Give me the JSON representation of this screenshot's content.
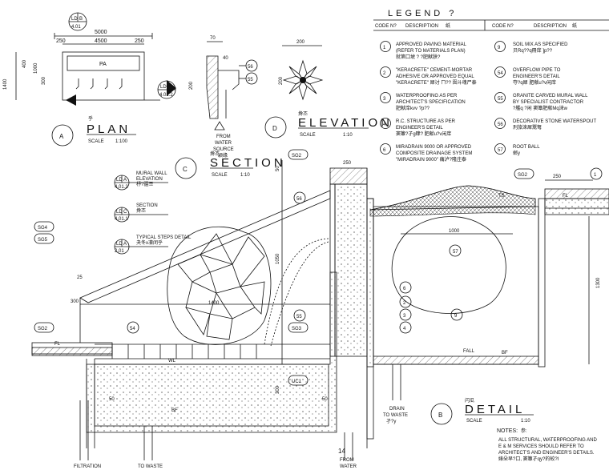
{
  "legend": {
    "title": "LEGEND ?",
    "col_code": "CODE N?",
    "col_desc": "DESCRIPTION",
    "col_desc_cn": "纸",
    "items_left": [
      {
        "code": "1",
        "lines": [
          "APPROVED PAVING MATERIAL",
          "(REFER TO MATERIALS PLAN)",
          "就第囗㙈 ?  ?肥献朕?"
        ]
      },
      {
        "code": "2",
        "lines": [
          "\"KERACRETE\" CEMENT-MORTAR",
          "ADHESIVE OR APPROVED EQUAL",
          "\"KERACRETE\" 犀讨 ㄇ?? 囹斗魂尸泰"
        ]
      },
      {
        "code": "3",
        "lines": [
          "WATERPROOFING AS PER",
          "ARCHITECT'S SPECIFICATION",
          "肥献庠kvv      ?p??"
        ]
      },
      {
        "code": "4",
        "lines": [
          "R.C. STRUCTURE AS PER",
          "ENGINEER'S DETAIL",
          "窦簟?孑g肆?   肥献u?v闲庠"
        ]
      },
      {
        "code": "6",
        "lines": [
          "MIRADRAIN 9000 OR APPROVED",
          "COMPOSITE DRAINAGE SYSTEM",
          "\"MIRADRAIN 9000\" 痛泸?隆庄泰"
        ]
      }
    ],
    "items_right": [
      {
        "code": "9",
        "lines": [
          "SOIL MIX AS SPECIFIED",
          "贝Rq??q冊庠 ]p??"
        ]
      },
      {
        "code": "54",
        "lines": [
          "OVERFLOW PIPE TO",
          "ENGINEER'S DETAIL",
          "夺?q犀  肥献u?v闲庠"
        ]
      },
      {
        "code": "55",
        "lines": [
          "GRANITE CARVED MURAL WALL",
          "BY SPECIALIST CONTRACTOR",
          "?艦q ?闲  窦簟肥献Mq淶w"
        ]
      },
      {
        "code": "56",
        "lines": [
          "DECORATIVE STONE WATERSPOUT",
          "刑旅淶犀鬻弩"
        ]
      },
      {
        "code": "57",
        "lines": [
          "ROOT BALL",
          "郸y"
        ]
      }
    ]
  },
  "plan": {
    "title": "PLAN",
    "title_cn": "乎",
    "scale": "SCALE",
    "scale_val": "1:100",
    "bubble": "A",
    "dims": [
      "5000",
      "4500",
      "250",
      "250",
      "1400",
      "400",
      "1000",
      "300"
    ],
    "pa": "PA",
    "tag_top_a": "LD",
    "tag_top_b": "B",
    "tag_top_c": "4.01",
    "tag_bot_a": "LD",
    "tag_bot_b": "C",
    "tag_bot_c": "4.01.2"
  },
  "small": {
    "dims": [
      "70",
      "40",
      "200"
    ],
    "from_water": "FROM",
    "from_water2": "WATER",
    "from_water3": "SOURCE",
    "from_water4": "颖缘",
    "tags": [
      "56",
      "55"
    ]
  },
  "elevation": {
    "title": "ELEVATION",
    "title_cn": "搀丕",
    "scale": "SCALE",
    "scale_val": "1:10",
    "bubble": "D",
    "dim": "200",
    "dim2": "200"
  },
  "section": {
    "title": "SECTION",
    "title_cn": "搀丕",
    "scale": "SCALE",
    "scale_val": "1:10",
    "bubble": "C",
    "refs": [
      {
        "a": "LD",
        "b": "A",
        "c": "4.01.2",
        "l1": "MURAL WALL",
        "l2": "ELEVATION",
        "l3": "杼?疆丕"
      },
      {
        "a": "LD",
        "b": "C",
        "c": "4.01.1",
        "l1": "SECTION",
        "l2": "搀丕",
        "l3": ""
      },
      {
        "a": "LD",
        "b": "A",
        "c": "2.01",
        "l1": "TYPICAL STEPS DETAIL",
        "l2": "夬冬x凛闭乎",
        "l3": ""
      }
    ],
    "tags": [
      "SG4",
      "SG5",
      "SG2",
      "SG2",
      "SG3",
      "UC1",
      "56",
      "55",
      "54"
    ],
    "dims": [
      "50",
      "250",
      "1050",
      "25",
      "300",
      "1400",
      "50",
      "50",
      "300",
      "300"
    ],
    "wl": "WL",
    "fl": "FL",
    "bf": "BF",
    "drain": [
      "DRAIN",
      "TO WASTE",
      "孑?9"
    ],
    "to_fil": [
      "TO",
      "FILTRATION"
    ],
    "from_water": [
      "FROM",
      "WATER"
    ],
    "sheet_num": "14"
  },
  "detail": {
    "title": "DETAIL",
    "title_cn": "闪瓜",
    "scale": "SCALE",
    "scale_val": "1:10",
    "bubble": "B",
    "dims": [
      "250",
      "1000",
      "1300"
    ],
    "labels": [
      "TS",
      "FL",
      "FALL",
      "BF"
    ],
    "tags": [
      "SG2",
      "1",
      "57",
      "9",
      "6",
      "2",
      "3",
      "4"
    ],
    "drain": [
      "DRAIN",
      "TO WASTE",
      "孑?y"
    ]
  },
  "notes": {
    "title": "NOTES:",
    "title_cn": "参:",
    "lines": [
      "ALL STRUCTURAL, WATERPROOFING AND",
      "E & M SERVICES SHOULD REFER TO",
      "ARCHITECT'S AND ENGINEER'S DETAILS.",
      "婊朵早?口, 窦簟孑qy?的蛟?I"
    ]
  }
}
